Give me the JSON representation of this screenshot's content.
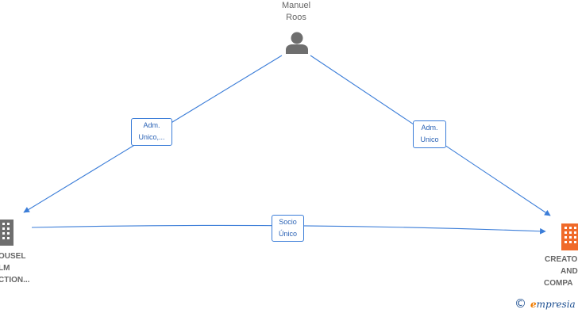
{
  "nodes": {
    "person": {
      "line1": "Manuel",
      "line2": "Roos",
      "icon": "person-icon",
      "color": "#6e6e6e"
    },
    "left_company": {
      "line1": "OUSEL",
      "line2": "LM",
      "line3": "CTION...",
      "icon": "building-icon",
      "color": "#6e6e6e"
    },
    "right_company": {
      "line1": "CREATO",
      "line2": "AND",
      "line3": "COMPA",
      "icon": "building-icon",
      "color": "#f06a2a"
    }
  },
  "edges": {
    "person_to_left": {
      "line1": "Adm.",
      "line2": "Unico,..."
    },
    "person_to_right": {
      "line1": "Adm.",
      "line2": "Unico"
    },
    "left_to_right": {
      "line1": "Socio",
      "line2": "Único"
    }
  },
  "colors": {
    "edge": "#3b7dd8",
    "edge_label_text": "#2a62b5"
  },
  "watermark": {
    "copyright": "©",
    "brand_initial": "e",
    "brand_rest": "mpresia"
  }
}
